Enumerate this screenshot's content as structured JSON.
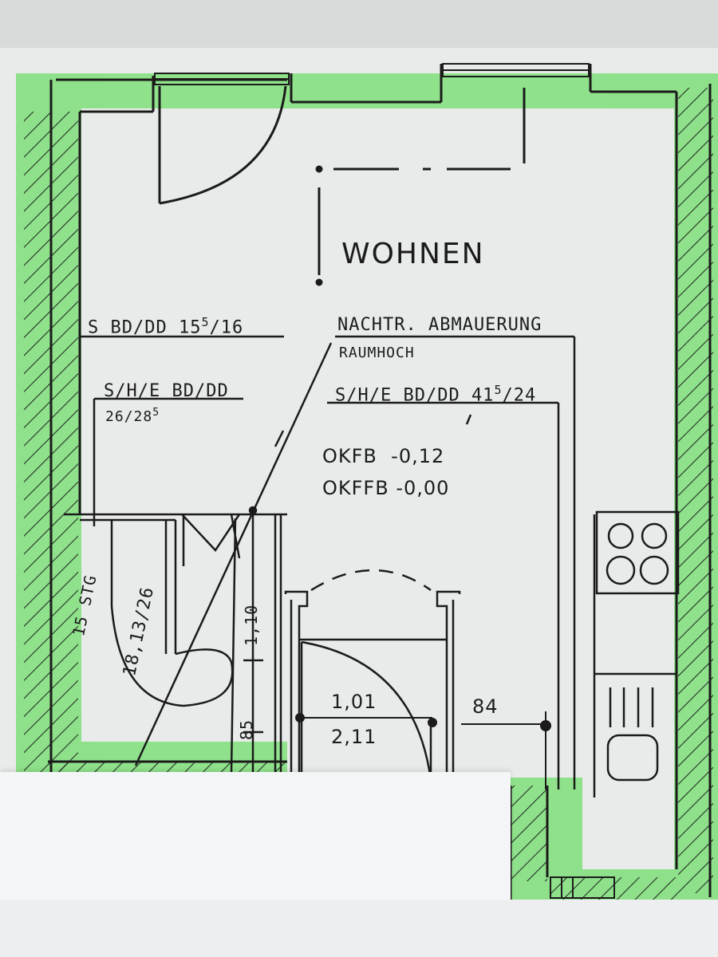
{
  "room": {
    "name": "WOHNEN"
  },
  "notes": {
    "s_bd_dd": "S BD/DD 15",
    "s_bd_dd_sup": "5",
    "s_bd_dd_end": "/16",
    "nachtr": "NACHTR. ABMAUERUNG",
    "raumhoch": "RAUMHOCH",
    "she_left": "S/H/E BD/DD",
    "she_left_dim": "26/28",
    "she_left_dim_sup": "5",
    "she_right": "S/H/E BD/DD 41",
    "she_right_sup": "5",
    "she_right_end": "/24",
    "okfb": "OKFB  -0,12",
    "okffb": "OKFFB -0,00"
  },
  "stairs": {
    "steps": "15 STG",
    "ratio": "18,13/26"
  },
  "dimensions": {
    "height_110": "1,10",
    "height_85": "85",
    "width_101": "1,01",
    "height_211": "2,11",
    "width_84": "84"
  },
  "colors": {
    "wall_highlight": "#7fe07a",
    "ink": "#1b1b1b",
    "paper": "#e9ebeb",
    "cover": "#f4f5f6"
  }
}
